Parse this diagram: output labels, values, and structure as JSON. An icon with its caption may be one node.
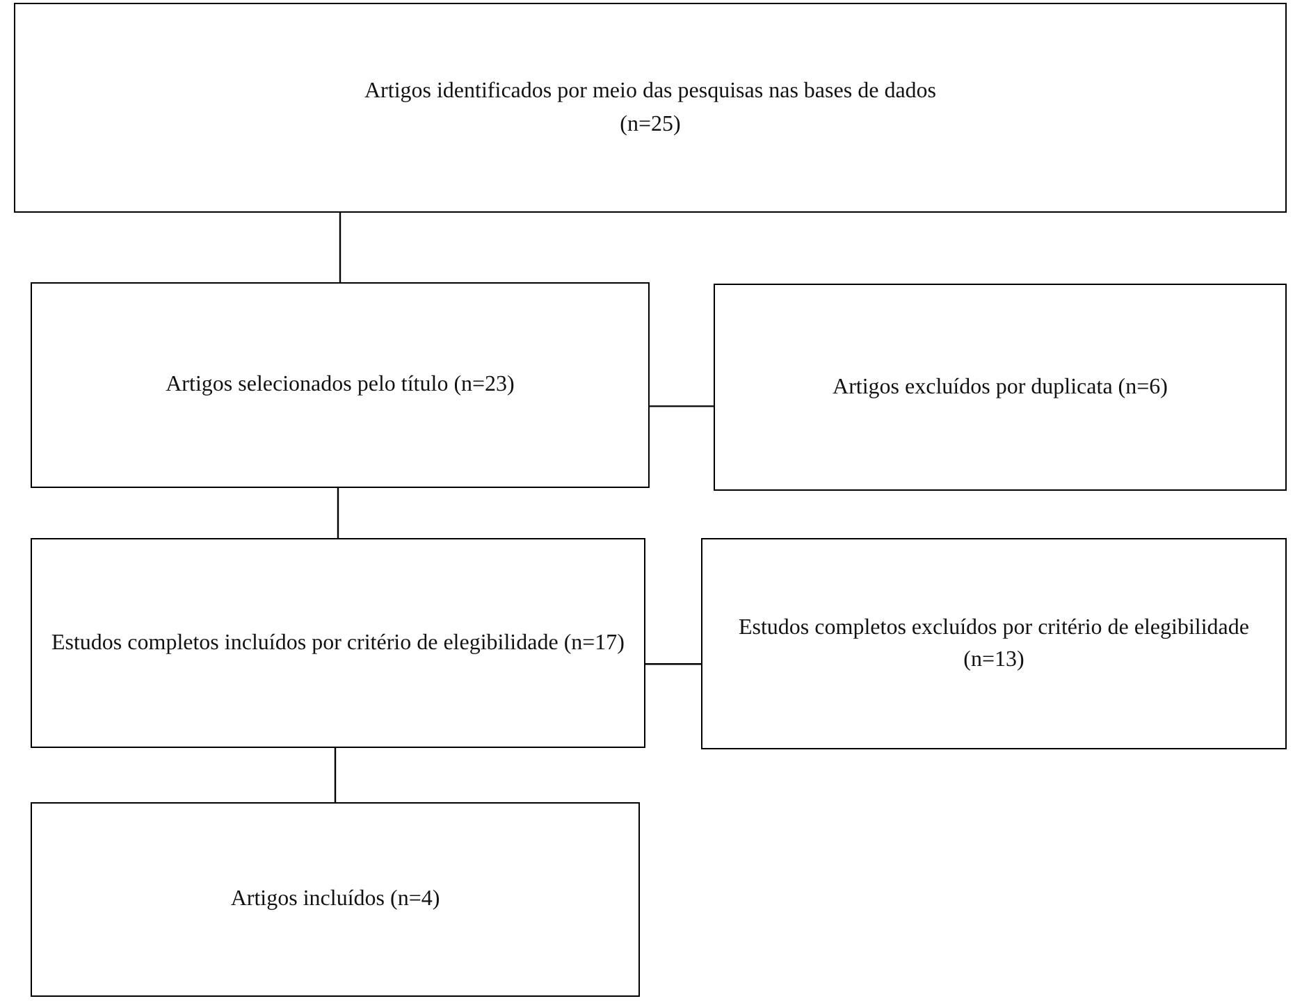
{
  "diagram": {
    "nodes": [
      {
        "text": [
          "Artigos identificados por meio das pesquisas nas bases de dados (n=25)"
        ]
      },
      {
        "text": [
          "Artigos selecionados pelo título (n=23)"
        ]
      },
      {
        "text": [
          "Artigos excluídos por duplicata (n=6)"
        ]
      },
      {
        "text": [
          "Estudos completos incluídos por critério de elegibilidade (n=17)"
        ]
      },
      {
        "text": [
          "Estudos completos excluídos por critério de elegibilidade (n=13)"
        ]
      },
      {
        "text": [
          "Artigos incluídos (n=4)"
        ]
      }
    ],
    "edges": [
      {
        "from": 0,
        "to": 1,
        "arrow": "none"
      },
      {
        "from": 1,
        "to": 2,
        "arrow": "none"
      },
      {
        "from": 1,
        "to": 3,
        "arrow": "none"
      },
      {
        "from": 3,
        "to": 4,
        "arrow": "none"
      },
      {
        "from": 3,
        "to": 5,
        "arrow": "none"
      }
    ]
  }
}
